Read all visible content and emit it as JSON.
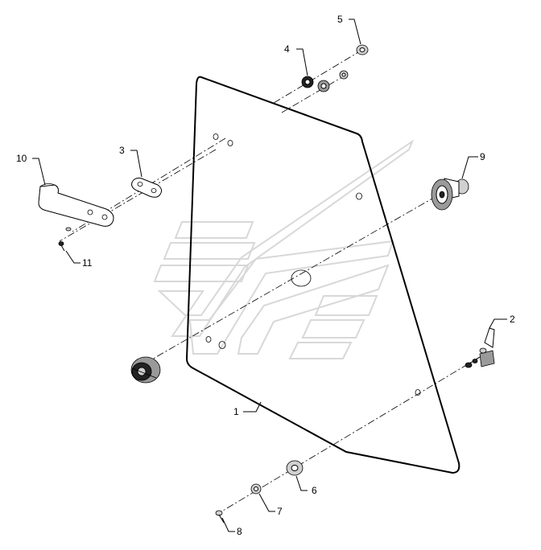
{
  "callouts": [
    {
      "id": "c1",
      "text": "1"
    },
    {
      "id": "c2",
      "text": "2"
    },
    {
      "id": "c3",
      "text": "3"
    },
    {
      "id": "c4",
      "text": "4"
    },
    {
      "id": "c5",
      "text": "5"
    },
    {
      "id": "c6",
      "text": "6"
    },
    {
      "id": "c7",
      "text": "7"
    },
    {
      "id": "c8",
      "text": "8"
    },
    {
      "id": "c9",
      "text": "9"
    },
    {
      "id": "c10",
      "text": "10"
    },
    {
      "id": "c11",
      "text": "11"
    }
  ],
  "colors": {
    "line": "#000000",
    "watermark": "#d8d8d8",
    "background": "#ffffff"
  }
}
